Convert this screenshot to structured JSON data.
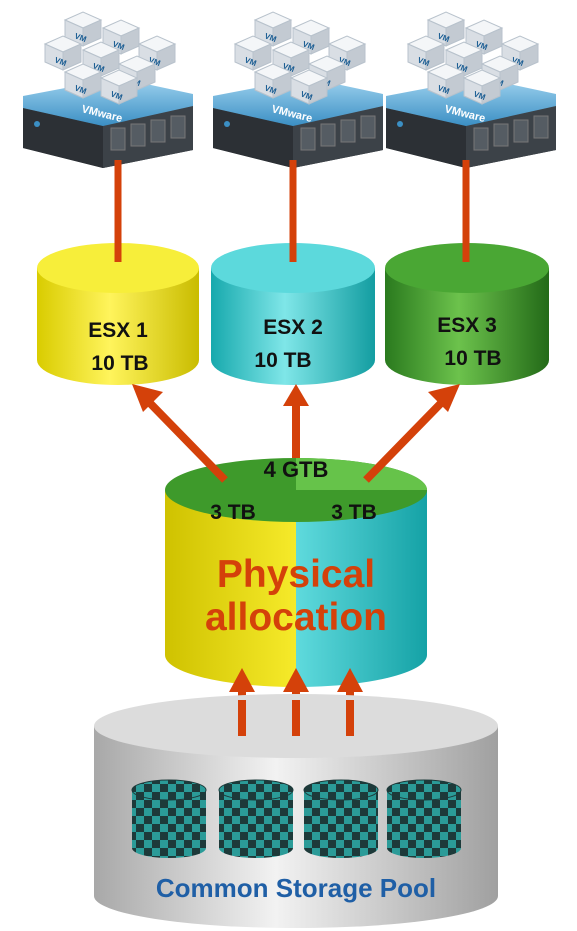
{
  "hosts": [
    {
      "platform": "VMware",
      "vm_label": "VM"
    },
    {
      "platform": "VMware",
      "vm_label": "VM"
    },
    {
      "platform": "VMware",
      "vm_label": "VM"
    }
  ],
  "esx_datastores": [
    {
      "name": "ESX 1",
      "capacity": "10 TB",
      "color": "#f2e600"
    },
    {
      "name": "ESX 2",
      "capacity": "10 TB",
      "color": "#26c4c8"
    },
    {
      "name": "ESX 3",
      "capacity": "10 TB",
      "color": "#3f9a2c"
    }
  ],
  "physical": {
    "top_label": "4 GTB",
    "left_label": "3 TB",
    "right_label": "3 TB",
    "title_line1": "Physical",
    "title_line2": "allocation"
  },
  "pool": {
    "label": "Common Storage Pool",
    "disk_count": 4
  },
  "colors": {
    "arrow": "#d4410a",
    "yellow": "#f0e000",
    "teal": "#2cc6c9",
    "green": "#3f9a2c",
    "pool_gray": "#c8c8c8",
    "pool_text": "#1f5fa6",
    "physical_text": "#d4410a"
  }
}
